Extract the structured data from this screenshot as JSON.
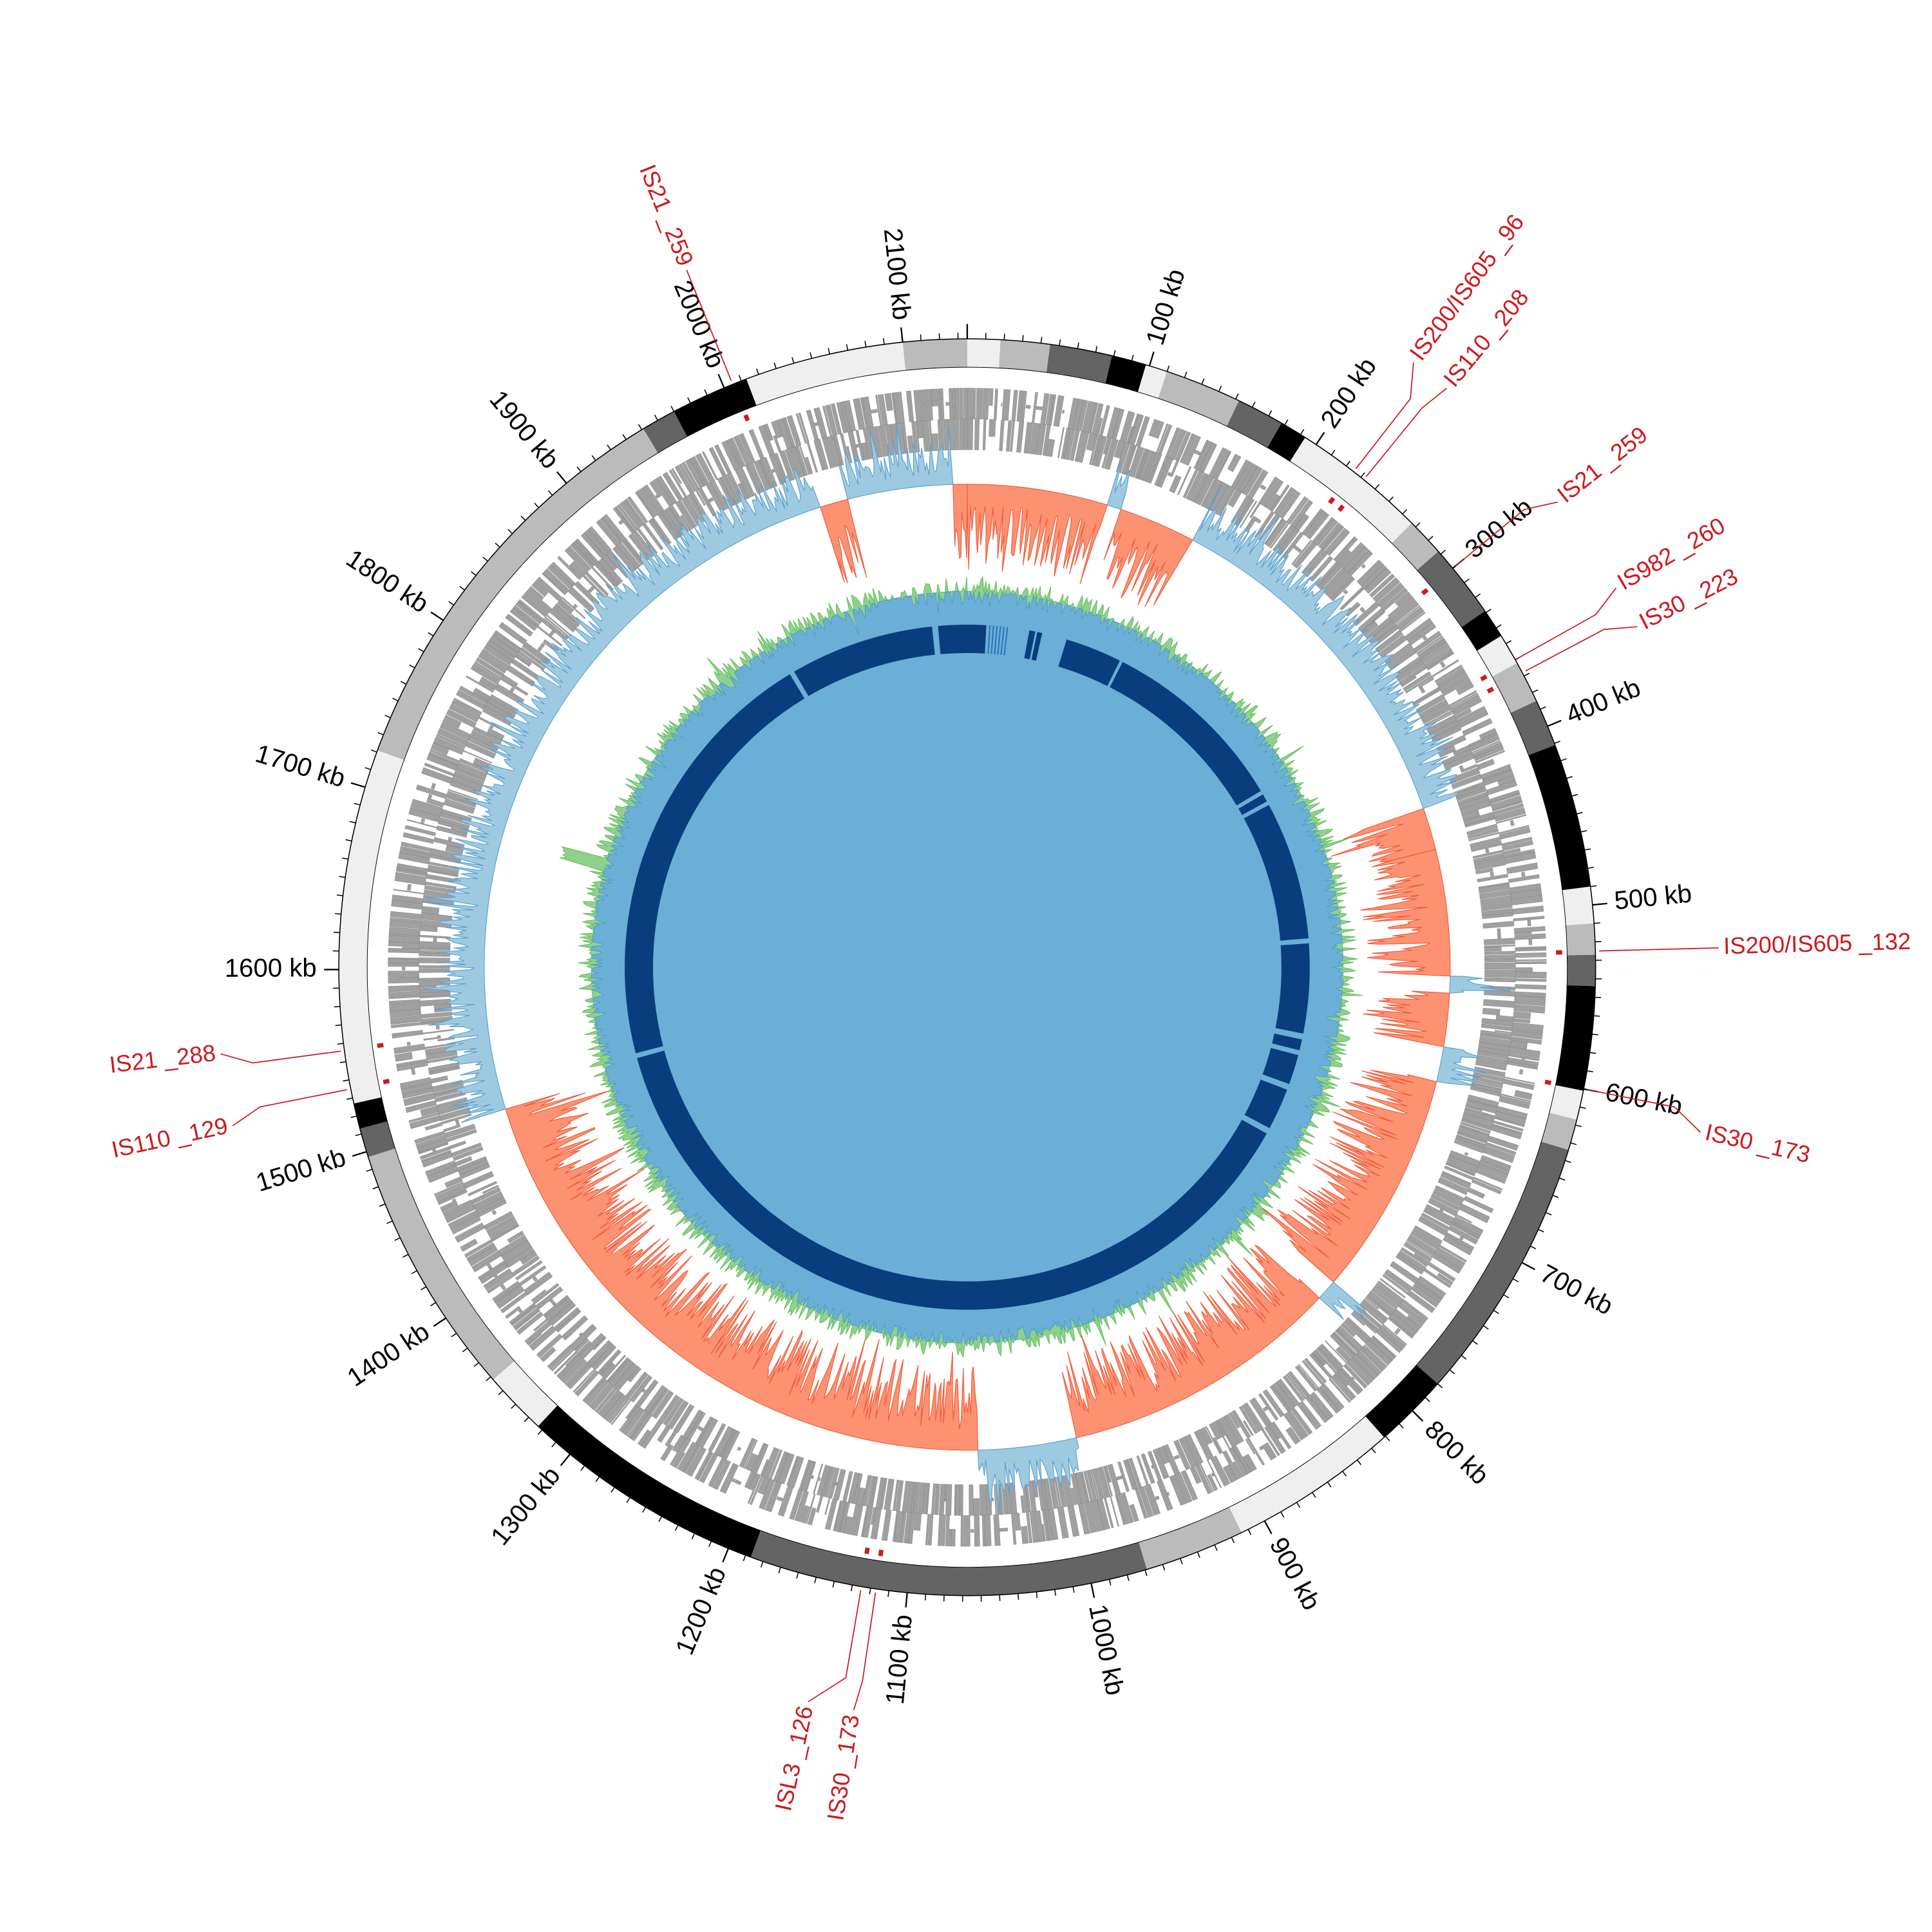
{
  "chart_data": {
    "type": "circular-genome-map",
    "genome_length_kb": 2135,
    "tick_labels": [
      "100 kb",
      "200 kb",
      "300 kb",
      "400 kb",
      "500 kb",
      "600 kb",
      "700 kb",
      "800 kb",
      "900 kb",
      "1000 kb",
      "1100 kb",
      "1200 kb",
      "1300 kb",
      "1400 kb",
      "1500 kb",
      "1600 kb",
      "1700 kb",
      "1800 kb",
      "1900 kb",
      "2000 kb",
      "2100 kb"
    ],
    "ideogram_bands": [
      {
        "start": 0,
        "end": 18,
        "color": "#efefef"
      },
      {
        "start": 18,
        "end": 45,
        "color": "#bbbbbb"
      },
      {
        "start": 45,
        "end": 79,
        "color": "#646464"
      },
      {
        "start": 79,
        "end": 98,
        "color": "#000000"
      },
      {
        "start": 98,
        "end": 110,
        "color": "#efefef"
      },
      {
        "start": 110,
        "end": 152,
        "color": "#bbbbbb"
      },
      {
        "start": 152,
        "end": 178,
        "color": "#646464"
      },
      {
        "start": 178,
        "end": 193,
        "color": "#000000"
      },
      {
        "start": 193,
        "end": 267,
        "color": "#efefef"
      },
      {
        "start": 267,
        "end": 288,
        "color": "#bbbbbb"
      },
      {
        "start": 288,
        "end": 329,
        "color": "#646464"
      },
      {
        "start": 329,
        "end": 345,
        "color": "#000000"
      },
      {
        "start": 345,
        "end": 362,
        "color": "#efefef"
      },
      {
        "start": 362,
        "end": 385,
        "color": "#bbbbbb"
      },
      {
        "start": 385,
        "end": 411,
        "color": "#646464"
      },
      {
        "start": 411,
        "end": 490,
        "color": "#000000"
      },
      {
        "start": 490,
        "end": 510,
        "color": "#efefef"
      },
      {
        "start": 510,
        "end": 527,
        "color": "#bbbbbb"
      },
      {
        "start": 527,
        "end": 544,
        "color": "#646464"
      },
      {
        "start": 544,
        "end": 601,
        "color": "#000000"
      },
      {
        "start": 601,
        "end": 617,
        "color": "#efefef"
      },
      {
        "start": 617,
        "end": 634,
        "color": "#bbbbbb"
      },
      {
        "start": 634,
        "end": 780,
        "color": "#646464"
      },
      {
        "start": 780,
        "end": 821,
        "color": "#000000"
      },
      {
        "start": 821,
        "end": 914,
        "color": "#efefef"
      },
      {
        "start": 914,
        "end": 969,
        "color": "#bbbbbb"
      },
      {
        "start": 969,
        "end": 1187,
        "color": "#646464"
      },
      {
        "start": 1187,
        "end": 1323,
        "color": "#000000"
      },
      {
        "start": 1323,
        "end": 1358,
        "color": "#efefef"
      },
      {
        "start": 1358,
        "end": 1497,
        "color": "#bbbbbb"
      },
      {
        "start": 1497,
        "end": 1513,
        "color": "#646464"
      },
      {
        "start": 1513,
        "end": 1527,
        "color": "#000000"
      },
      {
        "start": 1527,
        "end": 1721,
        "color": "#efefef"
      },
      {
        "start": 1721,
        "end": 1951,
        "color": "#bbbbbb"
      },
      {
        "start": 1951,
        "end": 1970,
        "color": "#646464"
      },
      {
        "start": 1970,
        "end": 2013,
        "color": "#000000"
      },
      {
        "start": 2013,
        "end": 2100,
        "color": "#efefef"
      },
      {
        "start": 2100,
        "end": 2135,
        "color": "#bbbbbb"
      }
    ],
    "insertion_sequences": [
      {
        "label": "IS200/IS605 _96",
        "position_kb": 225
      },
      {
        "label": "IS110 _208",
        "position_kb": 232
      },
      {
        "label": "IS21 _259",
        "position_kb": 300
      },
      {
        "label": "IS982 _260",
        "position_kb": 360
      },
      {
        "label": "IS30 _223",
        "position_kb": 368
      },
      {
        "label": "IS200/IS605 _132",
        "position_kb": 525
      },
      {
        "label": "IS30 _173",
        "position_kb": 600
      },
      {
        "label": "IS30 _173",
        "position_kb": 1117
      },
      {
        "label": "ISL3 _126",
        "position_kb": 1125
      },
      {
        "label": "IS110 _129",
        "position_kb": 1535
      },
      {
        "label": "IS21 _288",
        "position_kb": 1556
      },
      {
        "label": "IS21 _259",
        "position_kb": 2005
      }
    ],
    "gc_skew_regions": [
      {
        "start": 0,
        "end": 100,
        "sign": -1
      },
      {
        "start": 100,
        "end": 110,
        "sign": 1
      },
      {
        "start": 110,
        "end": 165,
        "sign": -1
      },
      {
        "start": 165,
        "end": 420,
        "sign": 1
      },
      {
        "start": 420,
        "end": 450,
        "sign": -1
      },
      {
        "start": 450,
        "end": 540,
        "sign": -1
      },
      {
        "start": 540,
        "end": 552,
        "sign": 1
      },
      {
        "start": 552,
        "end": 590,
        "sign": -1
      },
      {
        "start": 590,
        "end": 615,
        "sign": 1
      },
      {
        "start": 615,
        "end": 775,
        "sign": -1
      },
      {
        "start": 775,
        "end": 790,
        "sign": 1
      },
      {
        "start": 790,
        "end": 990,
        "sign": -1
      },
      {
        "start": 990,
        "end": 1060,
        "sign": 1
      },
      {
        "start": 1060,
        "end": 1500,
        "sign": -1
      },
      {
        "start": 1500,
        "end": 2030,
        "sign": 1
      },
      {
        "start": 2030,
        "end": 2050,
        "sign": -1
      },
      {
        "start": 2050,
        "end": 2125,
        "sign": 1
      },
      {
        "start": 2125,
        "end": 2135,
        "sign": -1
      }
    ],
    "inner_ring_segments": [
      [
        1955,
        2100
      ],
      [
        2106,
        2154
      ],
      [
        62,
        68
      ],
      [
        70,
        75
      ],
      [
        100,
        157
      ],
      [
        160,
        350
      ],
      [
        354,
        362
      ],
      [
        366,
        505
      ],
      [
        510,
        600
      ],
      [
        606,
        617
      ],
      [
        622,
        652
      ],
      [
        658,
        700
      ],
      [
        706,
        1510
      ],
      [
        1515,
        1950
      ]
    ],
    "inner_ring_thin_region": [
      22,
      40
    ],
    "colors": {
      "positive_skew": "#9ecae1",
      "positive_skew_line": "#5aa0d0",
      "negative_skew": "#fc9272",
      "negative_skew_line": "#ef5a3a",
      "gc_content_positive": "#8fd18a",
      "gc_content_negative": "#6baed6",
      "genes": "#a0a0a0",
      "inner_ring": "#0a3d7d",
      "is_marker": "#cc1a1f"
    }
  }
}
